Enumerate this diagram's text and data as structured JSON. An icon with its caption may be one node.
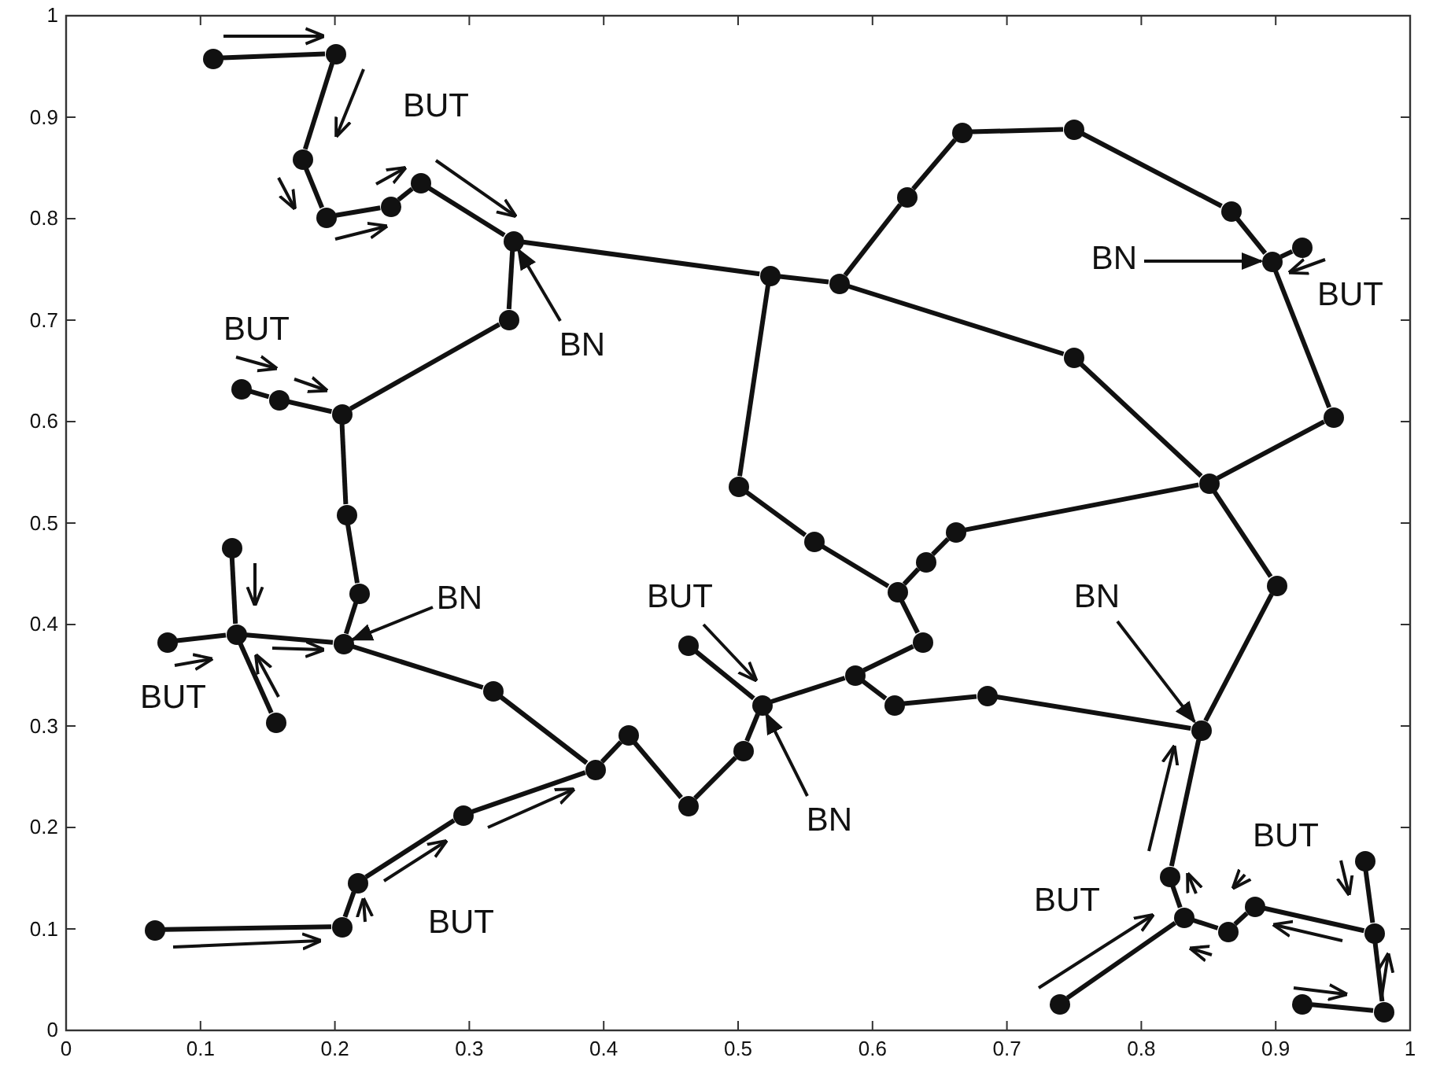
{
  "diagram": {
    "nodes": [
      {
        "text": [],
        "shape": "circle"
      },
      {
        "text": [],
        "shape": "circle"
      },
      {
        "text": [],
        "shape": "circle"
      },
      {
        "text": [],
        "shape": "circle"
      },
      {
        "text": [],
        "shape": "circle"
      },
      {
        "text": [],
        "shape": "circle"
      },
      {
        "text": [],
        "shape": "circle"
      },
      {
        "text": [],
        "shape": "circle"
      },
      {
        "text": [],
        "shape": "circle"
      },
      {
        "text": [],
        "shape": "circle"
      },
      {
        "text": [],
        "shape": "circle"
      },
      {
        "text": [],
        "shape": "circle"
      },
      {
        "text": [],
        "shape": "circle"
      },
      {
        "text": [],
        "shape": "circle"
      },
      {
        "text": [],
        "shape": "circle"
      },
      {
        "text": [],
        "shape": "circle"
      },
      {
        "text": [],
        "shape": "circle"
      },
      {
        "text": [],
        "shape": "circle"
      },
      {
        "text": [],
        "shape": "circle"
      },
      {
        "text": [],
        "shape": "circle"
      },
      {
        "text": [],
        "shape": "circle"
      },
      {
        "text": [],
        "shape": "circle"
      },
      {
        "text": [],
        "shape": "circle"
      },
      {
        "text": [],
        "shape": "circle"
      },
      {
        "text": [],
        "shape": "circle"
      },
      {
        "text": [],
        "shape": "circle"
      },
      {
        "text": [],
        "shape": "circle"
      },
      {
        "text": [],
        "shape": "circle"
      },
      {
        "text": [],
        "shape": "circle"
      },
      {
        "text": [],
        "shape": "circle"
      },
      {
        "text": [],
        "shape": "circle"
      },
      {
        "text": [],
        "shape": "circle"
      },
      {
        "text": [],
        "shape": "circle"
      },
      {
        "text": [],
        "shape": "circle"
      },
      {
        "text": [],
        "shape": "circle"
      },
      {
        "text": [],
        "shape": "circle"
      },
      {
        "text": [],
        "shape": "circle"
      },
      {
        "text": [],
        "shape": "circle"
      },
      {
        "text": [],
        "shape": "circle"
      },
      {
        "text": [],
        "shape": "circle"
      },
      {
        "text": [],
        "shape": "circle"
      },
      {
        "text": [],
        "shape": "circle"
      },
      {
        "text": [],
        "shape": "circle"
      },
      {
        "text": [],
        "shape": "circle"
      },
      {
        "text": [],
        "shape": "circle"
      },
      {
        "text": [],
        "shape": "circle"
      },
      {
        "text": [],
        "shape": "circle"
      },
      {
        "text": [],
        "shape": "circle"
      },
      {
        "text": [],
        "shape": "circle"
      },
      {
        "text": [],
        "shape": "circle"
      },
      {
        "text": [],
        "shape": "circle"
      },
      {
        "text": [],
        "shape": "circle"
      },
      {
        "text": [],
        "shape": "circle"
      },
      {
        "text": [],
        "shape": "circle"
      },
      {
        "text": [],
        "shape": "circle"
      },
      {
        "text": [],
        "shape": "circle"
      },
      {
        "text": [],
        "shape": "circle"
      },
      {
        "text": [],
        "shape": "circle"
      },
      {
        "text": [],
        "shape": "circle"
      },
      {
        "text": [],
        "shape": "circle"
      },
      {
        "text": [
          "BN"
        ]
      },
      {
        "text": [
          "BN"
        ]
      },
      {
        "text": [
          "BN"
        ]
      },
      {
        "text": [
          "BN"
        ]
      },
      {
        "text": [
          "BN"
        ]
      }
    ],
    "edges": [
      {
        "from": 0,
        "to": 1,
        "arrow": "none"
      },
      {
        "from": 1,
        "to": 2,
        "arrow": "none"
      },
      {
        "from": 2,
        "to": 3,
        "arrow": "none"
      },
      {
        "from": 3,
        "to": 4,
        "arrow": "none"
      },
      {
        "from": 4,
        "to": 5,
        "arrow": "none"
      },
      {
        "from": 5,
        "to": 6,
        "arrow": "none"
      },
      {
        "from": 6,
        "to": 7,
        "arrow": "none"
      },
      {
        "from": 7,
        "to": 8,
        "arrow": "none"
      },
      {
        "from": 9,
        "to": 10,
        "arrow": "none"
      },
      {
        "from": 10,
        "to": 8,
        "arrow": "none"
      },
      {
        "from": 8,
        "to": 11,
        "arrow": "none"
      },
      {
        "from": 11,
        "to": 12,
        "arrow": "none"
      },
      {
        "from": 12,
        "to": 13,
        "arrow": "none"
      },
      {
        "from": 14,
        "to": 15,
        "arrow": "none"
      },
      {
        "from": 16,
        "to": 15,
        "arrow": "none"
      },
      {
        "from": 17,
        "to": 15,
        "arrow": "none"
      },
      {
        "from": 15,
        "to": 13,
        "arrow": "none"
      },
      {
        "from": 13,
        "to": 18,
        "arrow": "none"
      },
      {
        "from": 18,
        "to": 19,
        "arrow": "none"
      },
      {
        "from": 19,
        "to": 20,
        "arrow": "none"
      },
      {
        "from": 20,
        "to": 21,
        "arrow": "none"
      },
      {
        "from": 21,
        "to": 22,
        "arrow": "none"
      },
      {
        "from": 22,
        "to": 23,
        "arrow": "none"
      },
      {
        "from": 24,
        "to": 23,
        "arrow": "none"
      },
      {
        "from": 25,
        "to": 26,
        "arrow": "none"
      },
      {
        "from": 26,
        "to": 27,
        "arrow": "none"
      },
      {
        "from": 27,
        "to": 28,
        "arrow": "none"
      },
      {
        "from": 28,
        "to": 19,
        "arrow": "none"
      },
      {
        "from": 6,
        "to": 29,
        "arrow": "none"
      },
      {
        "from": 29,
        "to": 30,
        "arrow": "none"
      },
      {
        "from": 29,
        "to": 31,
        "arrow": "none"
      },
      {
        "from": 30,
        "to": 32,
        "arrow": "none"
      },
      {
        "from": 32,
        "to": 33,
        "arrow": "none"
      },
      {
        "from": 33,
        "to": 34,
        "arrow": "none"
      },
      {
        "from": 34,
        "to": 35,
        "arrow": "none"
      },
      {
        "from": 35,
        "to": 36,
        "arrow": "none"
      },
      {
        "from": 37,
        "to": 36,
        "arrow": "none"
      },
      {
        "from": 36,
        "to": 38,
        "arrow": "none"
      },
      {
        "from": 38,
        "to": 39,
        "arrow": "none"
      },
      {
        "from": 30,
        "to": 40,
        "arrow": "none"
      },
      {
        "from": 40,
        "to": 39,
        "arrow": "none"
      },
      {
        "from": 31,
        "to": 41,
        "arrow": "none"
      },
      {
        "from": 41,
        "to": 42,
        "arrow": "none"
      },
      {
        "from": 42,
        "to": 43,
        "arrow": "none"
      },
      {
        "from": 43,
        "to": 44,
        "arrow": "none"
      },
      {
        "from": 44,
        "to": 39,
        "arrow": "none"
      },
      {
        "from": 42,
        "to": 45,
        "arrow": "none"
      },
      {
        "from": 45,
        "to": 46,
        "arrow": "none"
      },
      {
        "from": 46,
        "to": 23,
        "arrow": "none"
      },
      {
        "from": 46,
        "to": 47,
        "arrow": "none"
      },
      {
        "from": 47,
        "to": 48,
        "arrow": "none"
      },
      {
        "from": 48,
        "to": 49,
        "arrow": "none"
      },
      {
        "from": 39,
        "to": 50,
        "arrow": "none"
      },
      {
        "from": 50,
        "to": 49,
        "arrow": "none"
      },
      {
        "from": 49,
        "to": 51,
        "arrow": "none"
      },
      {
        "from": 51,
        "to": 52,
        "arrow": "none"
      },
      {
        "from": 57,
        "to": 52,
        "arrow": "none"
      },
      {
        "from": 52,
        "to": 53,
        "arrow": "none"
      },
      {
        "from": 53,
        "to": 54,
        "arrow": "none"
      },
      {
        "from": 54,
        "to": 55,
        "arrow": "none"
      },
      {
        "from": 56,
        "to": 55,
        "arrow": "none"
      },
      {
        "from": 58,
        "to": 59,
        "arrow": "none"
      },
      {
        "from": 59,
        "to": 55,
        "arrow": "none"
      },
      {
        "from": 60,
        "to": 36,
        "arrow": "to"
      },
      {
        "from": 61,
        "to": 6,
        "arrow": "to"
      },
      {
        "from": 62,
        "to": 13,
        "arrow": "to"
      },
      {
        "from": 63,
        "to": 49,
        "arrow": "to"
      },
      {
        "from": 64,
        "to": 23,
        "arrow": "to"
      }
    ],
    "labels": [
      "BUT",
      "BUT",
      "BUT",
      "BUT",
      "BUT",
      "BUT",
      "BUT",
      "BUT",
      "1",
      "0.9",
      "0.8",
      "0.7",
      "0.6",
      "0.5",
      "0.4",
      "0.3",
      "0.2",
      "0.1",
      "0",
      "0",
      "0.1",
      "0.2",
      "0.3",
      "0.4",
      "0.5",
      "0.6",
      "0.7",
      "0.8",
      "0.9",
      "1"
    ]
  }
}
